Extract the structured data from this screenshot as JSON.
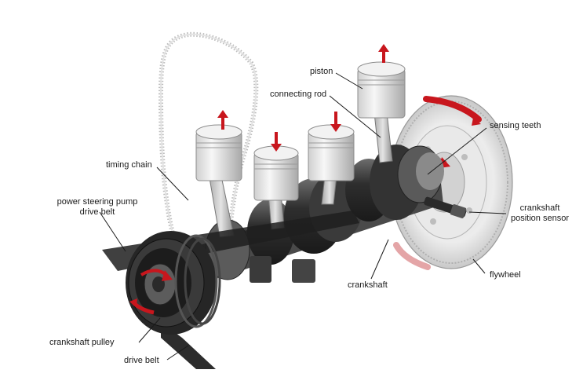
{
  "labels": {
    "piston": "piston",
    "connecting_rod": "connecting rod",
    "sensing_teeth": "sensing teeth",
    "timing_chain": "timing chain",
    "power_steering_line1": "power steering pump",
    "power_steering_line2": "drive belt",
    "crankshaft_position_line1": "crankshaft",
    "crankshaft_position_line2": "position sensor",
    "crankshaft": "crankshaft",
    "flywheel": "flywheel",
    "crankshaft_pulley": "crankshaft pulley",
    "drive_belt": "drive belt"
  },
  "colors": {
    "metal_light": "#e6e6e6",
    "metal_mid": "#bdbdbd",
    "metal_dark": "#3c3c3c",
    "crank_dark": "#2a2a2a",
    "arrow_red": "#c8161d",
    "leader": "#1a1a1a"
  }
}
